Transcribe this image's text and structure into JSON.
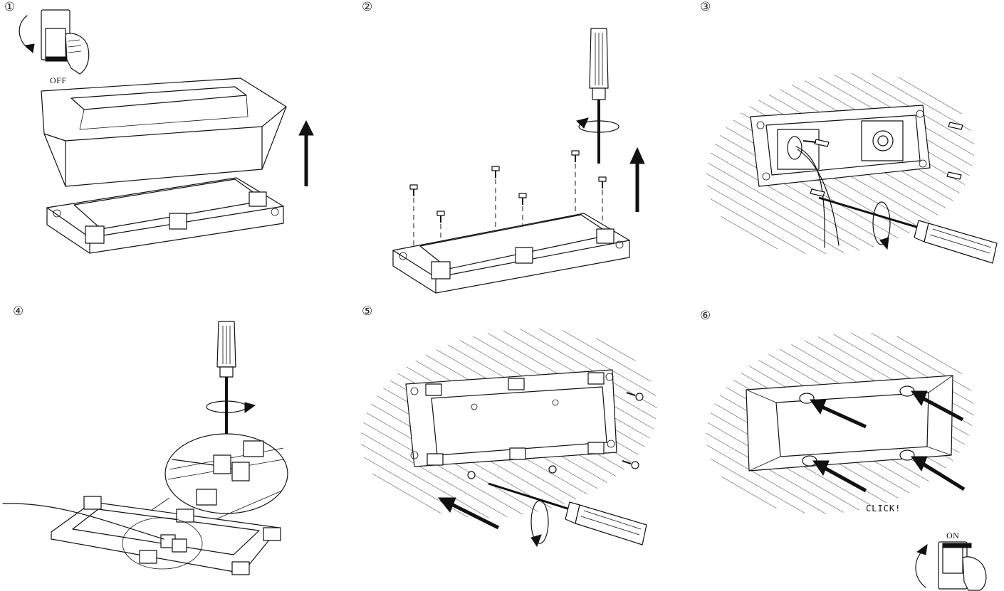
{
  "steps": [
    {
      "number": "①"
    },
    {
      "number": "②"
    },
    {
      "number": "③"
    },
    {
      "number": "④"
    },
    {
      "number": "⑤"
    },
    {
      "number": "⑥"
    }
  ],
  "labels": {
    "switch_off": "OFF",
    "switch_on": "ON",
    "click": "CLICK!"
  },
  "icons": [
    "power-switch-icon",
    "screwdriver-icon",
    "screw-icon",
    "arrow-icon",
    "rotation-arrow-icon",
    "wall-hatch"
  ]
}
